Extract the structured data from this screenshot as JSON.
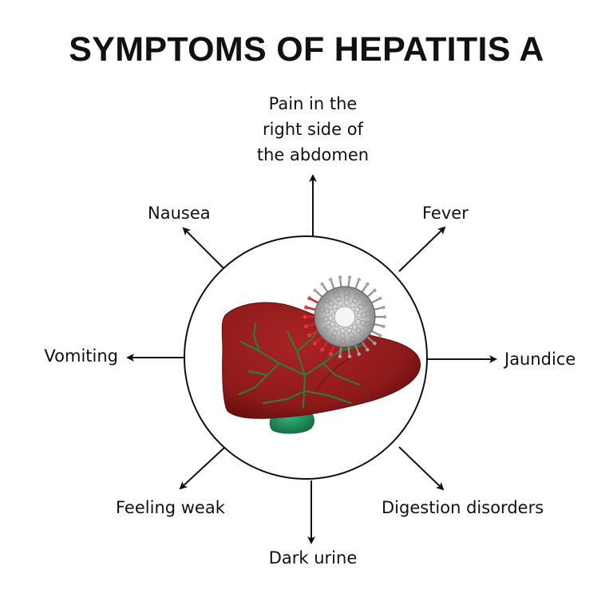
{
  "title": "SYMPTOMS OF HEPATITIS A",
  "symptoms": {
    "abdomen_pain": [
      "Pain in the",
      "right side of",
      "the abdomen"
    ],
    "nausea": "Nausea",
    "fever": "Fever",
    "vomiting": "Vomiting",
    "jaundice": "Jaundice",
    "feeling_weak": "Feeling weak",
    "digestion": "Digestion disorders",
    "dark_urine": "Dark urine"
  },
  "colors": {
    "liver": "#8e1a1a",
    "liver_dark": "#5e0c0c",
    "vessels": "#2f7a3a",
    "gallbladder": "#1f8a55",
    "virus": "#9a9a9a",
    "virus_spikes_infected": "#d8202a",
    "arrows": "#111111"
  },
  "icons": [
    "liver-icon",
    "virus-icon",
    "gallbladder-icon"
  ]
}
